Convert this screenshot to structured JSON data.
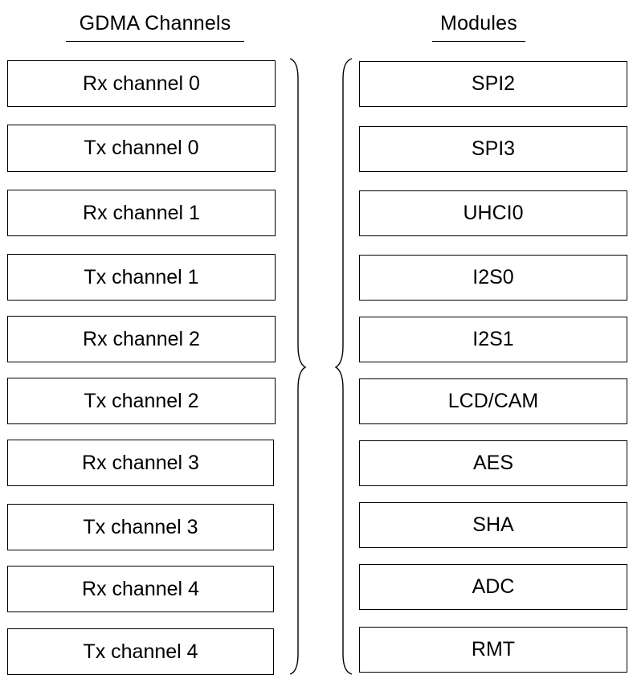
{
  "headings": {
    "channels": "GDMA Channels",
    "modules": "Modules"
  },
  "channels": [
    "Rx channel 0",
    "Tx channel 0",
    "Rx channel 1",
    "Tx channel 1",
    "Rx channel 2",
    "Tx channel 2",
    "Rx channel 3",
    "Tx channel 3",
    "Rx channel 4",
    "Tx channel 4"
  ],
  "modules": [
    "SPI2",
    "SPI3",
    "UHCI0",
    "I2S0",
    "I2S1",
    "LCD/CAM",
    "AES",
    "SHA",
    "ADC",
    "RMT"
  ]
}
